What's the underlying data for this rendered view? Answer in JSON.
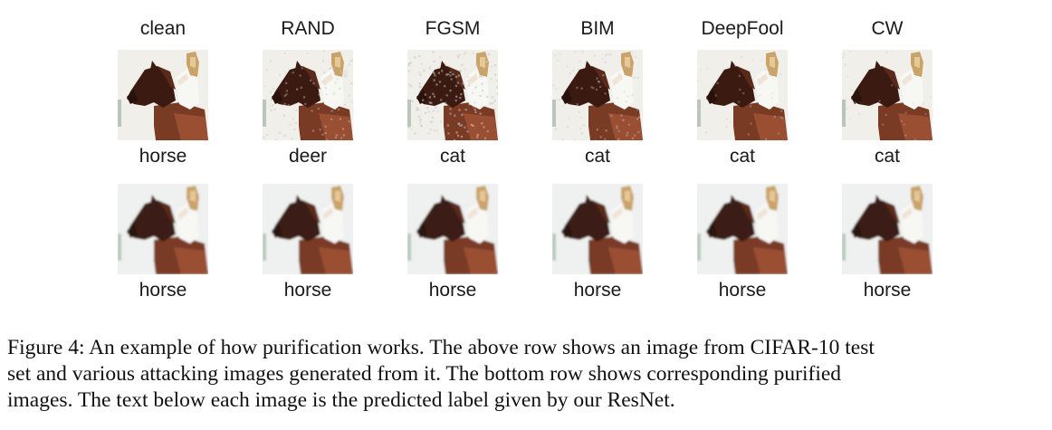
{
  "figure": {
    "columns": [
      {
        "title": "clean",
        "pred_attack": "horse",
        "pred_purified": "horse",
        "noise": 0.0
      },
      {
        "title": "RAND",
        "pred_attack": "deer",
        "pred_purified": "horse",
        "noise": 0.35
      },
      {
        "title": "FGSM",
        "pred_attack": "cat",
        "pred_purified": "horse",
        "noise": 0.6
      },
      {
        "title": "BIM",
        "pred_attack": "cat",
        "pred_purified": "horse",
        "noise": 0.3
      },
      {
        "title": "DeepFool",
        "pred_attack": "cat",
        "pred_purified": "horse",
        "noise": 0.15
      },
      {
        "title": "CW",
        "pred_attack": "cat",
        "pred_purified": "horse",
        "noise": 0.1
      }
    ],
    "caption_lines": [
      "Figure 4: An example of how purification works. The above row shows an image from CIFAR-10 test",
      "set and various attacking images generated from it. The bottom row shows corresponding purified",
      "images. The text below each image is the predicted label given by our ResNet."
    ]
  }
}
